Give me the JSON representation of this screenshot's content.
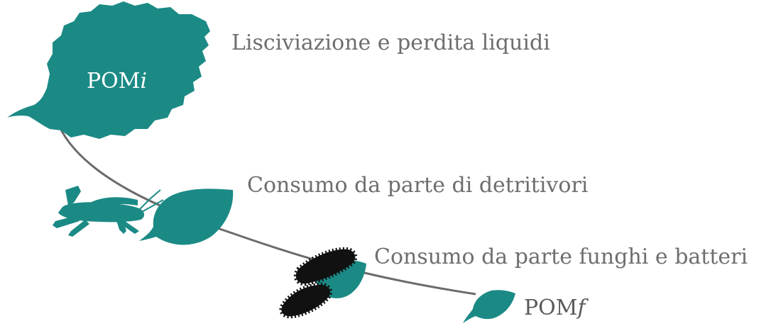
{
  "labels": {
    "leaching": "Lisciviazione e perdita liquidi",
    "detritivores": "Consumo da parte di detritivori",
    "microbes": "Consumo da parte funghi e batteri"
  },
  "pom_initial": {
    "base": "POM",
    "suffix": "i"
  },
  "pom_final": {
    "base": "POM",
    "suffix": "f"
  },
  "icons": {
    "large_leaf": "leaf-icon",
    "medium_leaf": "leaf-icon",
    "small_leaf": "leaf-icon",
    "tiny_leaf": "leaf-icon",
    "grasshopper": "grasshopper-icon",
    "larvae": "larva-icon"
  },
  "colors": {
    "leaf": "#1b8a85",
    "larva": "#111111",
    "curve": "#6b6b6b",
    "text": "#6e6e6e"
  }
}
